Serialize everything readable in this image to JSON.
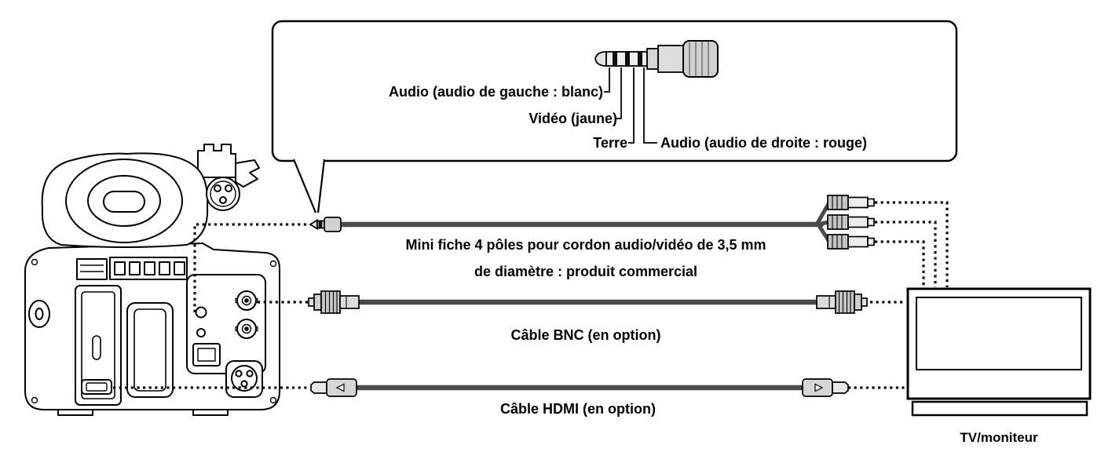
{
  "callout": {
    "left_audio": "Audio (audio de gauche : blanc)",
    "video": "Vidéo (jaune)",
    "ground": "Terre",
    "right_audio": "Audio (audio de droite : rouge)"
  },
  "cables": {
    "av": {
      "line1": "Mini fiche 4 pôles pour cordon audio/vidéo de 3,5 mm",
      "line2": "de diamètre : produit commercial"
    },
    "bnc": {
      "label": "Câble BNC (en option)"
    },
    "hdmi": {
      "label": "Câble HDMI (en option)"
    }
  },
  "tv": {
    "label": "TV/moniteur"
  },
  "icons": {
    "mini_plug": "3.5mm-4pole-mini-plug",
    "rca_plug": "rca-plug",
    "bnc_connector": "bnc-connector",
    "hdmi_connector": "hdmi-connector",
    "camcorder": "camcorder-rear-view",
    "tv_monitor": "tv-monitor"
  },
  "colors": {
    "line": "#000000",
    "cable": "#4a4a4a",
    "connector_light": "#ececec",
    "connector_mid": "#c6c6c6",
    "background": "#ffffff"
  }
}
